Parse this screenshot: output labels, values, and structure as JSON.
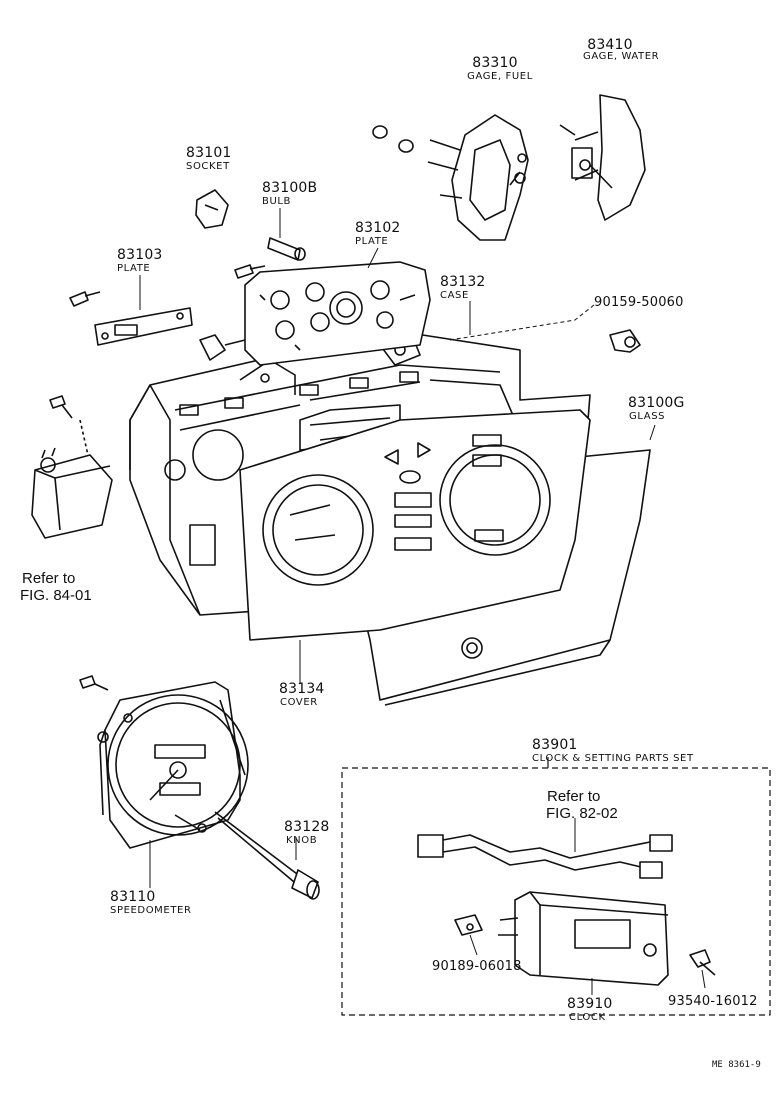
{
  "parts": {
    "p83310": {
      "number": "83310",
      "name": "GAGE, FUEL"
    },
    "p83410": {
      "number": "83410",
      "name": "GAGE, WATER"
    },
    "p83101": {
      "number": "83101",
      "name": "SOCKET"
    },
    "p83100B": {
      "number": "83100B",
      "name": "BULB"
    },
    "p83102": {
      "number": "83102",
      "name": "PLATE"
    },
    "p83103": {
      "number": "83103",
      "name": "PLATE"
    },
    "p83132": {
      "number": "83132",
      "name": "CASE"
    },
    "p90159": {
      "number": "90159-50060"
    },
    "p83100G": {
      "number": "83100G",
      "name": "GLASS"
    },
    "p83134": {
      "number": "83134",
      "name": "COVER"
    },
    "p83901": {
      "number": "83901",
      "name": "CLOCK & SETTING PARTS SET"
    },
    "p83128": {
      "number": "83128",
      "name": "KNOB"
    },
    "p83110": {
      "number": "83110",
      "name": "SPEEDOMETER"
    },
    "p90189": {
      "number": "90189-06018"
    },
    "p83910": {
      "number": "83910",
      "name": "CLOCK"
    },
    "p93540": {
      "number": "93540-16012"
    }
  },
  "refs": {
    "fig8401_line1": "Refer to",
    "fig8401_line2": "FIG. 84-01",
    "fig8202_line1": "Refer to",
    "fig8202_line2": "FIG. 82-02"
  },
  "drawing_code": "ME 8361-9"
}
